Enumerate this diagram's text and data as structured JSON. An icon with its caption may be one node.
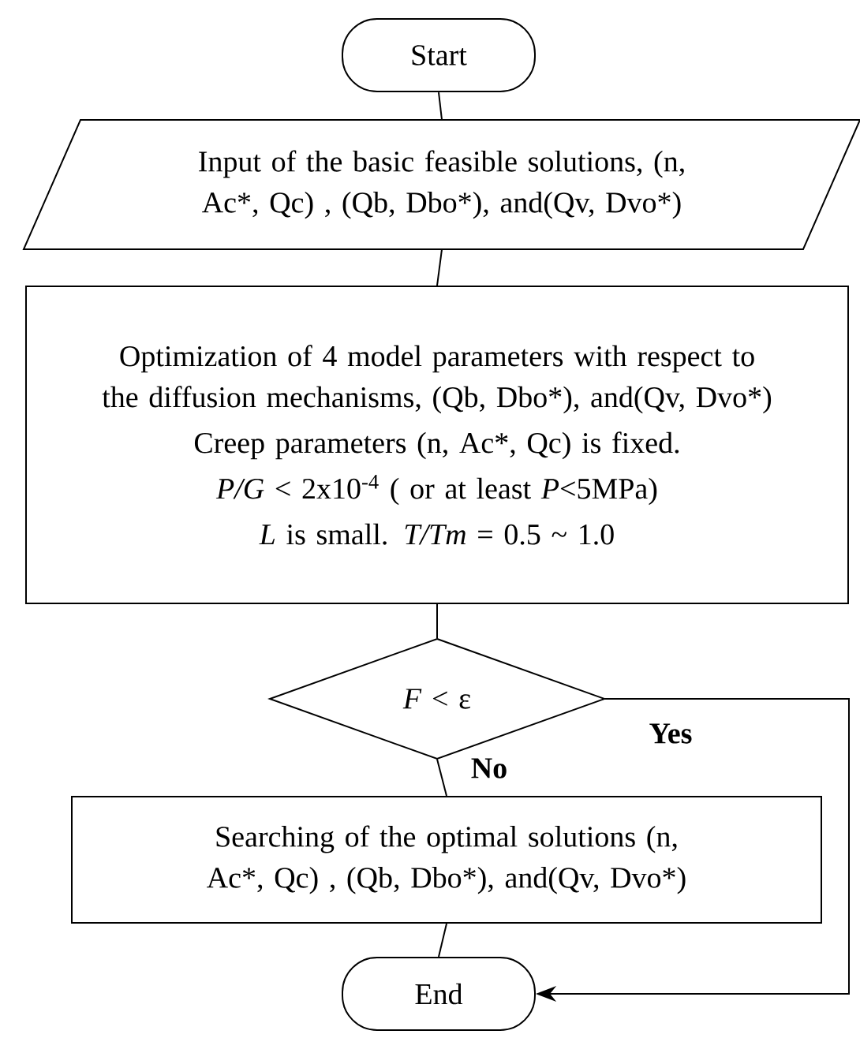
{
  "diagram": {
    "nodes": [
      {
        "text": [
          "Start"
        ]
      },
      {
        "text": [
          "Input of the basic feasible solutions, (n, Ac*, Qc) , (Qb, Dbo*), and(Qv, Dvo*)"
        ]
      },
      {
        "text": [
          "Optimization of 4 model parameters with respect to the diffusion mechanisms, (Qb, Dbo*), and(Qv, Dvo*)",
          "Creep parameters (n, Ac*, Qc) is fixed.",
          "*P/G* < 2x10$^{-4}$ ( or at least *P*<5MPa)",
          "*L* is small.   *T/Tm* = 0.5 ~ 1.0"
        ]
      },
      {
        "text": [
          "*F* < ε"
        ]
      },
      {
        "text": [
          "Searching of the optimal solutions (n, Ac*, Qc) , (Qb, Dbo*), and(Qv, Dvo*)"
        ]
      },
      {
        "text": [
          "End"
        ]
      }
    ],
    "edges": [
      {
        "from": 0,
        "to": 1,
        "arrow": "none"
      },
      {
        "from": 1,
        "to": 2,
        "arrow": "none"
      },
      {
        "from": 2,
        "to": 3,
        "arrow": "none"
      },
      {
        "from": 3,
        "to": 4,
        "arrow": "none",
        "label": "No"
      },
      {
        "from": 4,
        "to": 5,
        "arrow": "none"
      },
      {
        "from": 3,
        "to": 5,
        "arrow": "to",
        "label": "Yes"
      }
    ]
  }
}
